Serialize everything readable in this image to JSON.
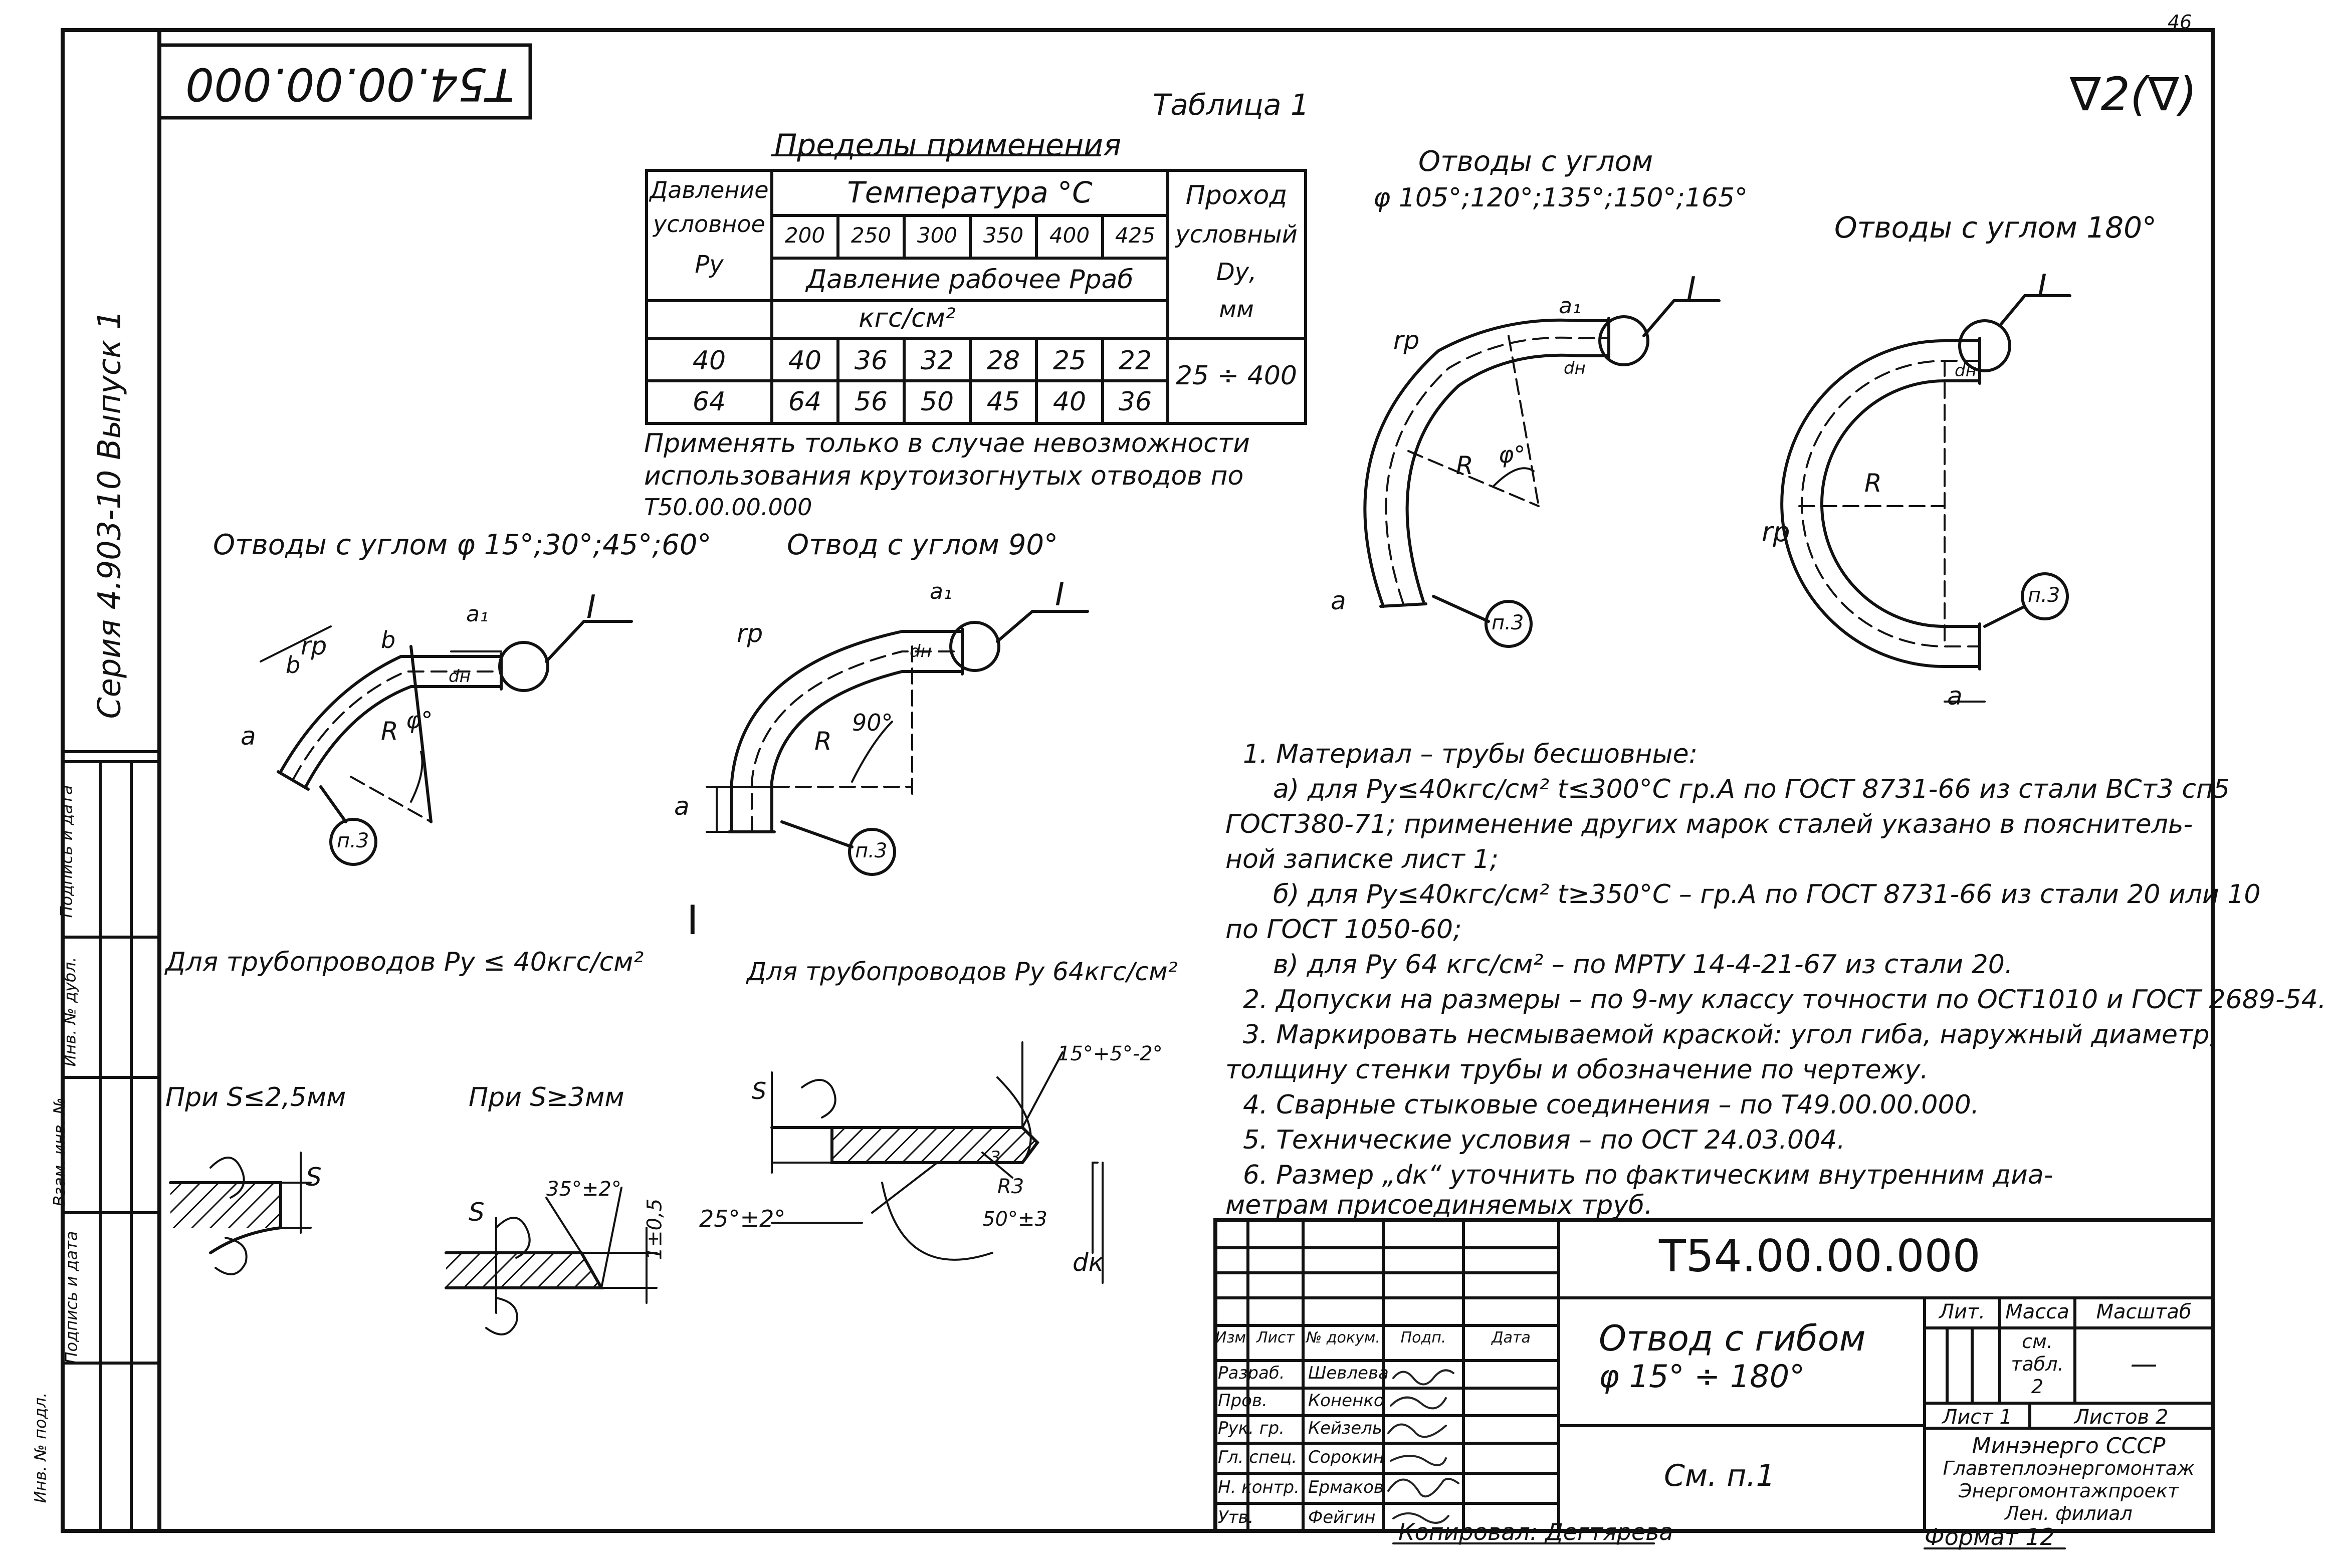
{
  "sheet": {
    "page_number": "46",
    "code_mirrored": "T54.00.00.000",
    "side_series": "Серия 4.903-10 Выпуск 1",
    "roughness": "∇2(∇)",
    "left_strip": [
      "Инв. № подл.",
      "Подпись и дата",
      "Взам. инв. №",
      "Инв. № дубл.",
      "Подпись и дата"
    ]
  },
  "table1": {
    "caption": "Таблица 1",
    "title": "Пределы применения",
    "head_pressure": [
      "Давление",
      "условное",
      "Ру"
    ],
    "head_temperature": "Температура °С",
    "temps": [
      "200",
      "250",
      "300",
      "350",
      "400",
      "425"
    ],
    "head_work_pressure": "Давление рабочее Рраб",
    "units": "кгс/см²",
    "head_passage": [
      "Проход",
      "условный",
      "Dу,",
      "мм"
    ],
    "rows": [
      {
        "py": "40",
        "values": [
          "40",
          "36",
          "32",
          "28",
          "25",
          "22"
        ]
      },
      {
        "py": "64",
        "values": [
          "64",
          "56",
          "50",
          "45",
          "40",
          "36"
        ]
      }
    ],
    "passage_value": "25 ÷ 400"
  },
  "note_under_table": [
    "Применять только в случае невозможности",
    "использования крутоизогнутых отводов по",
    "Т50.00.00.000"
  ],
  "views": {
    "small_angles": {
      "title": "Отводы с углом φ 15°;30°;45°;60°",
      "labels": {
        "rp": "rр",
        "b1": "b",
        "b2": "b",
        "a1": "a₁",
        "a": "a",
        "dh": "dн",
        "r": "R",
        "phi": "φ°",
        "callout": "I",
        "note": "п.3"
      }
    },
    "angle90": {
      "title": "Отвод с углом 90°",
      "labels": {
        "rp": "rр",
        "a1": "a₁",
        "dh": "dн",
        "r": "R",
        "phi": "90°",
        "a": "a",
        "callout": "I",
        "note": "п.3"
      }
    },
    "angle105": {
      "title_lines": [
        "Отводы с углом",
        "φ 105°;120°;135°;150°;165°"
      ],
      "labels": {
        "rp": "rр",
        "a1": "a₁",
        "dh": "dн",
        "r": "R",
        "phi": "φ°",
        "a": "a",
        "callout": "I",
        "note": "п.3"
      }
    },
    "angle180": {
      "title": "Отводы с углом 180°",
      "labels": {
        "rp": "rр",
        "dh": "dн",
        "r": "R",
        "a": "a",
        "callout": "I",
        "note": "п.3"
      }
    }
  },
  "detail": {
    "mark": "I",
    "left_title": "Для трубопроводов Ру ≤ 40кгс/см²",
    "right_title": "Для трубопроводов Ру 64кгс/см²",
    "case_thin": "При S≤2,5мм",
    "case_thick": "При S≥3мм",
    "labels": {
      "s1": "S",
      "s2": "S",
      "s3": "S",
      "bevel35": "35°±2°",
      "gap": "1±0,5",
      "angle15": "15°+5°-2°",
      "angle25": "25°±2°",
      "d3": "3",
      "r3": "R3",
      "angle50": "50°±3",
      "dk": "dк"
    }
  },
  "notes": [
    "1. Материал – трубы бесшовные:",
    "а) для Ру≤40кгс/см² t≤300°С гр.А по ГОСТ 8731-66 из стали ВСт3 сп5",
    "ГОСТ380-71; применение других марок сталей указано в пояснитель-",
    "ной записке лист 1;",
    "б) для Ру≤40кгс/см² t≥350°С – гр.А по ГОСТ 8731-66 из стали 20 или 10",
    "по ГОСТ 1050-60;",
    "в) для Ру 64 кгс/см² – по МРТУ 14-4-21-67 из стали 20.",
    "2. Допуски на размеры – по 9-му классу точности по ОСТ1010 и ГОСТ 2689-54.",
    "3. Маркировать несмываемой краской: угол гиба, наружный диаметр,",
    "толщину стенки трубы и обозначение по чертежу.",
    "4. Сварные стыковые соединения – по Т49.00.00.000.",
    "5. Технические условия – по ОСТ 24.03.004.",
    "6. Размер „dк“ уточнить по фактическим внутренним диа-",
    "метрам присоединяемых труб."
  ],
  "title_block": {
    "code": "Т54.00.00.000",
    "name_lines": [
      "Отвод с гибом",
      "φ 15° ÷ 180°"
    ],
    "material": "См. п.1",
    "col_lit": "Лит.",
    "col_mass": "Масса",
    "col_scale": "Масштаб",
    "mass_value": [
      "см.",
      "табл.",
      "2"
    ],
    "scale_value": "—",
    "sheet": "Лист 1",
    "sheets": "Листов 2",
    "org_lines": [
      "Минэнерго СССР",
      "Главтеплоэнергомонтаж",
      "Энергомонтажпроект",
      "Лен. филиал"
    ],
    "header": [
      "Изм.",
      "Лист",
      "№ докум.",
      "Подп.",
      "Дата"
    ],
    "roles": [
      {
        "role": "Разраб.",
        "name": "Шевлева"
      },
      {
        "role": "Пров.",
        "name": "Коненко"
      },
      {
        "role": "Рук. гр.",
        "name": "Кейзель"
      },
      {
        "role": "Гл. спец.",
        "name": "Сорокин"
      },
      {
        "role": "Н. контр.",
        "name": "Ермаков"
      },
      {
        "role": "Утв.",
        "name": "Фейгин"
      }
    ],
    "copied_by": "Копировал: Дегтярева",
    "format": "Формат 12"
  }
}
